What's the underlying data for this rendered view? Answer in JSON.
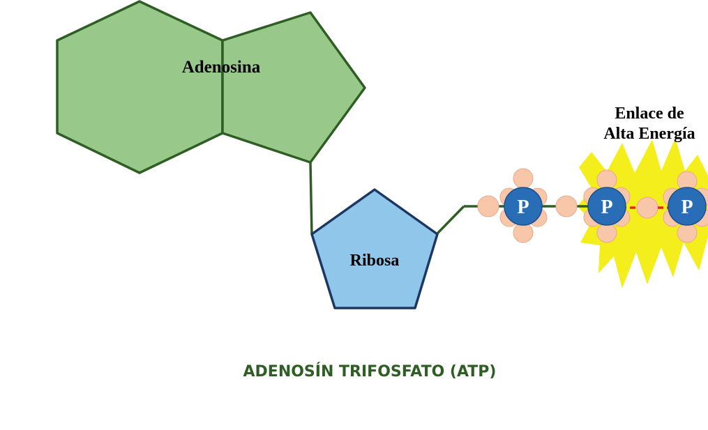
{
  "labels": {
    "adenosine": "Adenosina",
    "ribose": "Ribosa",
    "high_energy_bond_line1": "Enlace de",
    "high_energy_bond_line2": "Alta Energía",
    "caption": "ADENOSÍN TRIFOSFATO (ATP)"
  },
  "phosphates": [
    {
      "symbol": "P"
    },
    {
      "symbol": "P"
    },
    {
      "symbol": "P"
    }
  ],
  "colors": {
    "adenosine_fill": "#98c98a",
    "adenosine_stroke": "#2f5e24",
    "ribose_fill": "#8fc6ea",
    "ribose_stroke": "#1d3763",
    "bond_line": "#2f5e24",
    "phosphate_fill": "#2a6db7",
    "oxygen_fill": "#f8c7aa",
    "high_energy_bond": "#e8262a",
    "burst_fill": "#f3ee1c",
    "caption": "#2f5e24"
  }
}
